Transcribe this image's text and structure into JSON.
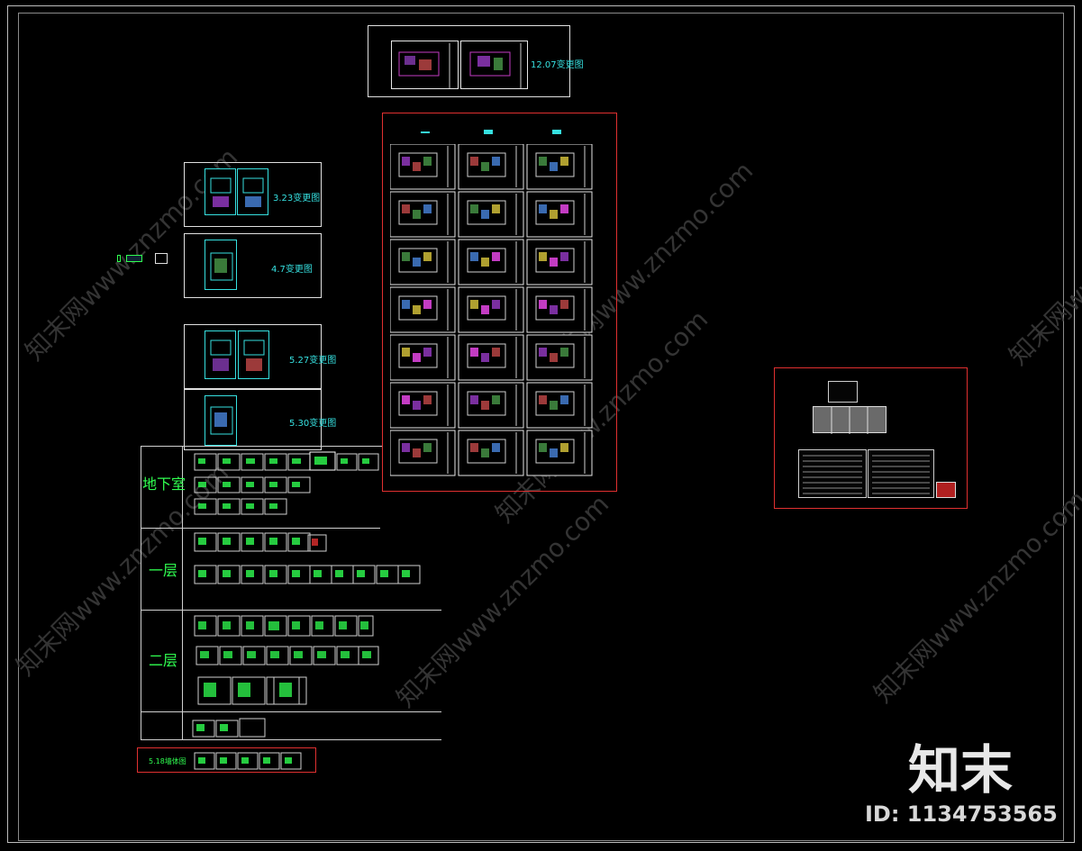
{
  "watermark": {
    "text": "知末网www.znzmo.com"
  },
  "stage_labels": {
    "s1207": "12.07变更图",
    "s323": "3.23变更图",
    "s47": "4.7变更图",
    "s527": "5.27变更图",
    "s530": "5.30变更图",
    "s518": "5.18墙体图"
  },
  "floor_labels": {
    "basement": "地下室",
    "first": "一层",
    "second": "二层"
  },
  "brand": {
    "logo": "知末",
    "id": "ID: 1134753565"
  },
  "colors": {
    "background": "#000000",
    "frame": "#bdbdbd",
    "highlight_border": "#e03030",
    "label_cyan": "#36e0e0",
    "label_green": "#30ff50"
  }
}
